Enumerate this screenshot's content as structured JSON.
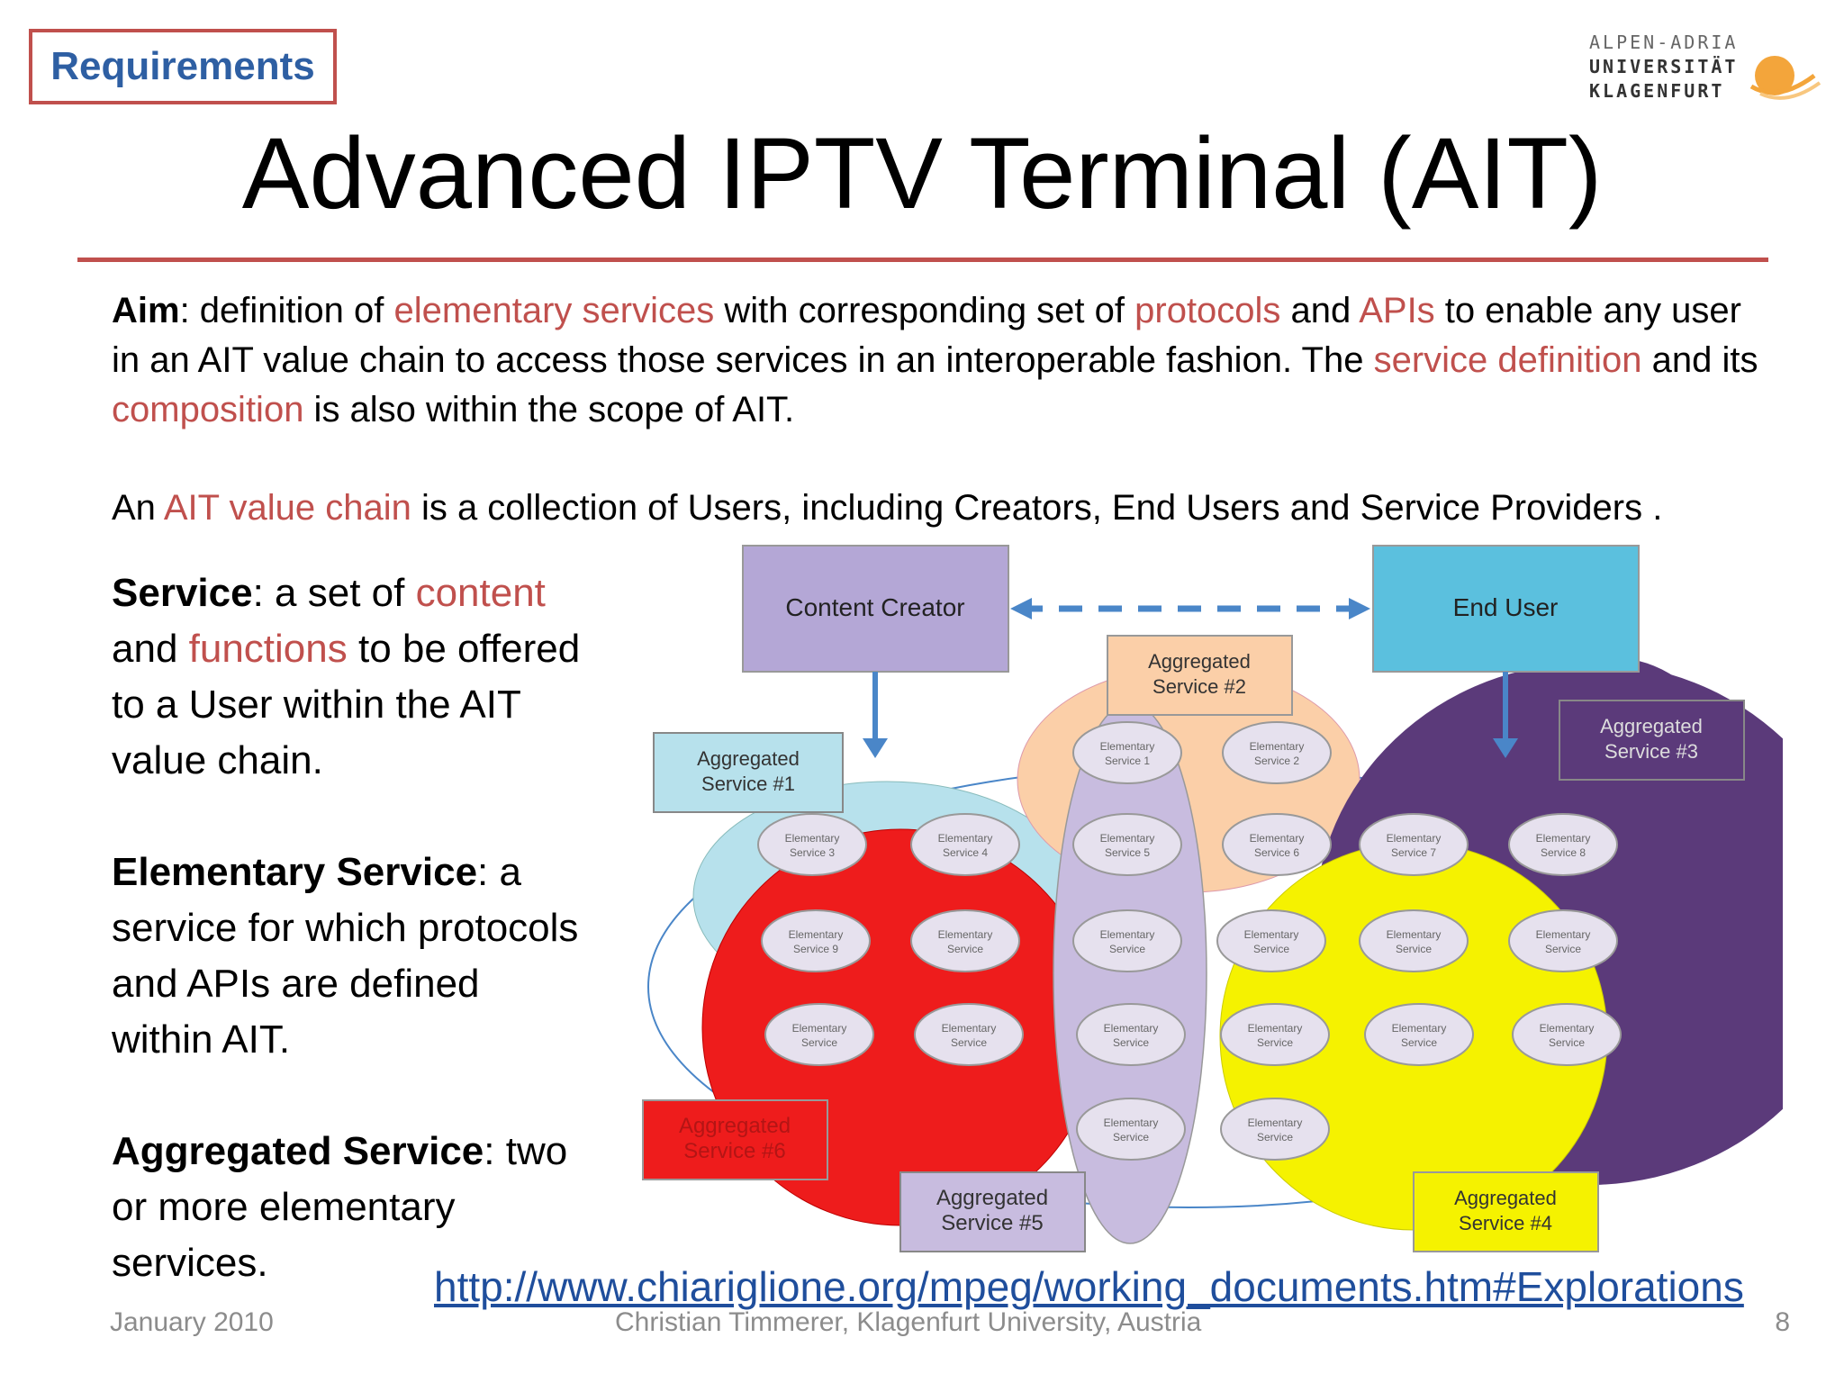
{
  "section_tag": "Requirements",
  "logo": {
    "lines": [
      "ALPEN-ADRIA",
      "UNIVERSITÄT",
      "KLAGENFURT"
    ]
  },
  "title": "Advanced IPTV Terminal (AIT)",
  "aim": {
    "label": "Aim",
    "t1": ": definition of ",
    "h1": "elementary services",
    "t2": " with corresponding set of ",
    "h2": "protocols",
    "t3": " and ",
    "h3": "APIs",
    "t4": " to enable any user in an AIT value chain to access those services in an interoperable fashion. The ",
    "h4": "service definition",
    "t5": " and its ",
    "h5": "composition",
    "t6": " is also within the scope of AIT."
  },
  "value_chain": {
    "t1": "An ",
    "h1": "AIT value chain",
    "t2": " is a collection of Users, including Creators, End Users and Service Providers ."
  },
  "definitions": {
    "service": {
      "term": "Service",
      "t1": ": a set of ",
      "h1": "content",
      "t2": " and ",
      "h2": "functions",
      "t3": " to be offered to a User within the AIT value chain."
    },
    "elementary": {
      "term": "Elementary Service",
      "text": ": a service for which protocols and APIs are defined within AIT."
    },
    "aggregated": {
      "term": "Aggregated Service",
      "text": ": two or more elementary services."
    }
  },
  "diagram": {
    "content_creator": "Content Creator",
    "end_user": "End User",
    "agg1": [
      "Aggregated",
      "Service #1"
    ],
    "agg2": [
      "Aggregated",
      "Service #2"
    ],
    "agg3": [
      "Aggregated",
      "Service #3"
    ],
    "agg4": [
      "Aggregated",
      "Service #4"
    ],
    "agg5": [
      "Aggregated",
      "Service #5"
    ],
    "agg6": [
      "Aggregated",
      "Service #6"
    ],
    "elementary_services": [
      [
        "Elementary",
        "Service 1"
      ],
      [
        "Elementary",
        "Service 2"
      ],
      [
        "Elementary",
        "Service 3"
      ],
      [
        "Elementary",
        "Service 4"
      ],
      [
        "Elementary",
        "Service 5"
      ],
      [
        "Elementary",
        "Service 6"
      ],
      [
        "Elementary",
        "Service 7"
      ],
      [
        "Elementary",
        "Service 8"
      ],
      [
        "Elementary",
        "Service 9"
      ],
      [
        "Elementary",
        "Service"
      ],
      [
        "Elementary",
        "Service"
      ],
      [
        "Elementary",
        "Service"
      ],
      [
        "Elementary",
        "Service"
      ],
      [
        "Elementary",
        "Service"
      ],
      [
        "Elementary",
        "Service"
      ],
      [
        "Elementary",
        "Service"
      ],
      [
        "Elementary",
        "Service"
      ],
      [
        "Elementary",
        "Service"
      ],
      [
        "Elementary",
        "Service"
      ],
      [
        "Elementary",
        "Service"
      ],
      [
        "Elementary",
        "Service"
      ],
      [
        "Elementary",
        "Service"
      ]
    ],
    "colors": {
      "creator": "#b4a7d6",
      "end_user": "#5bc0de",
      "agg1": "#9fd8e6",
      "agg2": "#fbcfa8",
      "agg3": "#5b3a7a",
      "agg4": "#f5f200",
      "agg5": "#c8bcdf",
      "agg6": "#ee1c1c",
      "arrow": "#4a86c8"
    }
  },
  "link": "http://www.chiariglione.org/mpeg/working_documents.htm#Explorations",
  "footer": {
    "date": "January 2010",
    "author": "Christian Timmerer, Klagenfurt University, Austria",
    "page": "8"
  }
}
